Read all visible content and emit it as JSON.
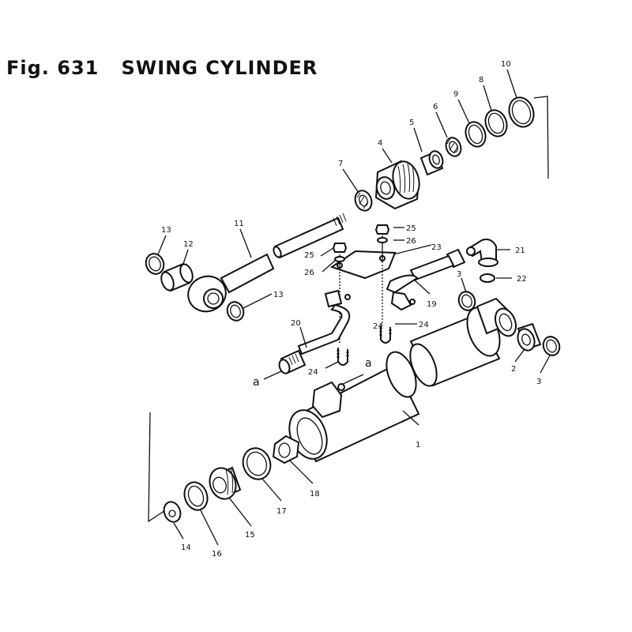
{
  "figure": {
    "title": "Fig. 631   SWING CYLINDER"
  },
  "callouts": {
    "c1": "1",
    "c2": "2",
    "c3a": "3",
    "c3b": "3",
    "c4": "4",
    "c5": "5",
    "c6": "6",
    "c7": "7",
    "c8": "8",
    "c9": "9",
    "c10": "10",
    "c11": "11",
    "c12": "12",
    "c13a": "13",
    "c13b": "13",
    "c14": "14",
    "c15": "15",
    "c16": "16",
    "c17": "17",
    "c18": "18",
    "c19": "19",
    "c20": "20",
    "c21": "21",
    "c22": "22",
    "c23": "23",
    "c24a": "24",
    "c24b": "24",
    "c24c": "24",
    "c25a": "25",
    "c25b": "25",
    "c26a": "26",
    "c26b": "26",
    "a_left": "a",
    "a_right": "a"
  }
}
